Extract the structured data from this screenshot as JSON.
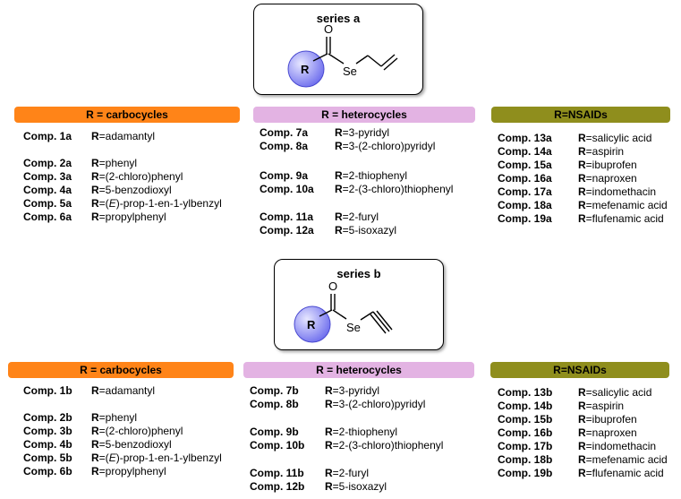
{
  "series_a": {
    "title": "series a",
    "structure": {
      "ring_label": "R",
      "carbonyl_label": "O",
      "heteroatom_label": "Se",
      "tail": "allyl"
    }
  },
  "series_b": {
    "title": "series b",
    "structure": {
      "ring_label": "R",
      "carbonyl_label": "O",
      "heteroatom_label": "Se",
      "tail": "propargyl"
    }
  },
  "colors": {
    "carbocycles": "#ff8418",
    "heterocycles": "#e3b3e3",
    "nsaids": "#8f8e1d",
    "ring_fill": "#8a8aff"
  },
  "a": {
    "carbocycles": {
      "header": "R = carbocycles",
      "rows": [
        {
          "comp": "Comp. 1a",
          "r": "R",
          "text": "=adamantyl"
        },
        {
          "comp": "Comp. 2a",
          "r": "R",
          "text": "=phenyl"
        },
        {
          "comp": "Comp. 3a",
          "r": "R",
          "text": "=(2-chloro)phenyl"
        },
        {
          "comp": "Comp. 4a",
          "r": "R",
          "text": "=5-benzodioxyl"
        },
        {
          "comp": "Comp. 5a",
          "r": "R",
          "pre": "=(",
          "italic": "E",
          "text": ")-prop-1-en-1-ylbenzyl"
        },
        {
          "comp": "Comp. 6a",
          "r": "R",
          "text": "=propylphenyl"
        }
      ]
    },
    "heterocycles": {
      "header": "R = heterocycles",
      "rows": [
        {
          "comp": "Comp. 7a",
          "r": "R",
          "text": "=3-pyridyl"
        },
        {
          "comp": "Comp. 8a",
          "r": "R",
          "text": "=3-(2-chloro)pyridyl"
        },
        {
          "comp": "Comp. 9a",
          "r": "R",
          "text": "=2-thiophenyl"
        },
        {
          "comp": "Comp. 10a",
          "r": "R",
          "text": "=2-(3-chloro)thiophenyl"
        },
        {
          "comp": "Comp. 11a",
          "r": "R",
          "text": "=2-furyl"
        },
        {
          "comp": "Comp. 12a",
          "r": "R",
          "text": "=5-isoxazyl"
        }
      ]
    },
    "nsaids": {
      "header": "R=NSAIDs",
      "rows": [
        {
          "comp": "Comp. 13a",
          "r": "R",
          "text": "=salicylic acid"
        },
        {
          "comp": "Comp. 14a",
          "r": "R",
          "text": "=aspirin"
        },
        {
          "comp": "Comp. 15a",
          "r": "R",
          "text": "=ibuprofen"
        },
        {
          "comp": "Comp. 16a",
          "r": "R",
          "text": "=naproxen"
        },
        {
          "comp": "Comp. 17a",
          "r": "R",
          "text": "=indomethacin"
        },
        {
          "comp": "Comp. 18a",
          "r": "R",
          "text": "=mefenamic acid"
        },
        {
          "comp": "Comp. 19a",
          "r": "R",
          "text": "=flufenamic acid"
        }
      ]
    }
  },
  "b": {
    "carbocycles": {
      "header": "R = carbocycles",
      "rows": [
        {
          "comp": "Comp. 1b",
          "r": "R",
          "text": "=adamantyl"
        },
        {
          "comp": "Comp. 2b",
          "r": "R",
          "text": "=phenyl"
        },
        {
          "comp": "Comp. 3b",
          "r": "R",
          "text": "=(2-chloro)phenyl"
        },
        {
          "comp": "Comp. 4b",
          "r": "R",
          "text": "=5-benzodioxyl"
        },
        {
          "comp": "Comp. 5b",
          "r": "R",
          "pre": "=(",
          "italic": "E",
          "text": ")-prop-1-en-1-ylbenzyl"
        },
        {
          "comp": "Comp. 6b",
          "r": "R",
          "text": "=propylphenyl"
        }
      ]
    },
    "heterocycles": {
      "header": "R = heterocycles",
      "rows": [
        {
          "comp": "Comp. 7b",
          "r": "R",
          "text": "=3-pyridyl"
        },
        {
          "comp": "Comp. 8b",
          "r": "R",
          "text": "=3-(2-chloro)pyridyl"
        },
        {
          "comp": "Comp. 9b",
          "r": "R",
          "text": "=2-thiophenyl"
        },
        {
          "comp": "Comp. 10b",
          "r": "R",
          "text": "=2-(3-chloro)thiophenyl"
        },
        {
          "comp": "Comp. 11b",
          "r": "R",
          "text": "=2-furyl"
        },
        {
          "comp": "Comp. 12b",
          "r": "R",
          "text": "=5-isoxazyl"
        }
      ]
    },
    "nsaids": {
      "header": "R=NSAIDs",
      "rows": [
        {
          "comp": "Comp. 13b",
          "r": "R",
          "text": "=salicylic acid"
        },
        {
          "comp": "Comp. 14b",
          "r": "R",
          "text": "=aspirin"
        },
        {
          "comp": "Comp. 15b",
          "r": "R",
          "text": "=ibuprofen"
        },
        {
          "comp": "Comp. 16b",
          "r": "R",
          "text": "=naproxen"
        },
        {
          "comp": "Comp. 17b",
          "r": "R",
          "text": "=indomethacin"
        },
        {
          "comp": "Comp. 18b",
          "r": "R",
          "text": "=mefenamic acid"
        },
        {
          "comp": "Comp. 19b",
          "r": "R",
          "text": "=flufenamic acid"
        }
      ]
    }
  }
}
